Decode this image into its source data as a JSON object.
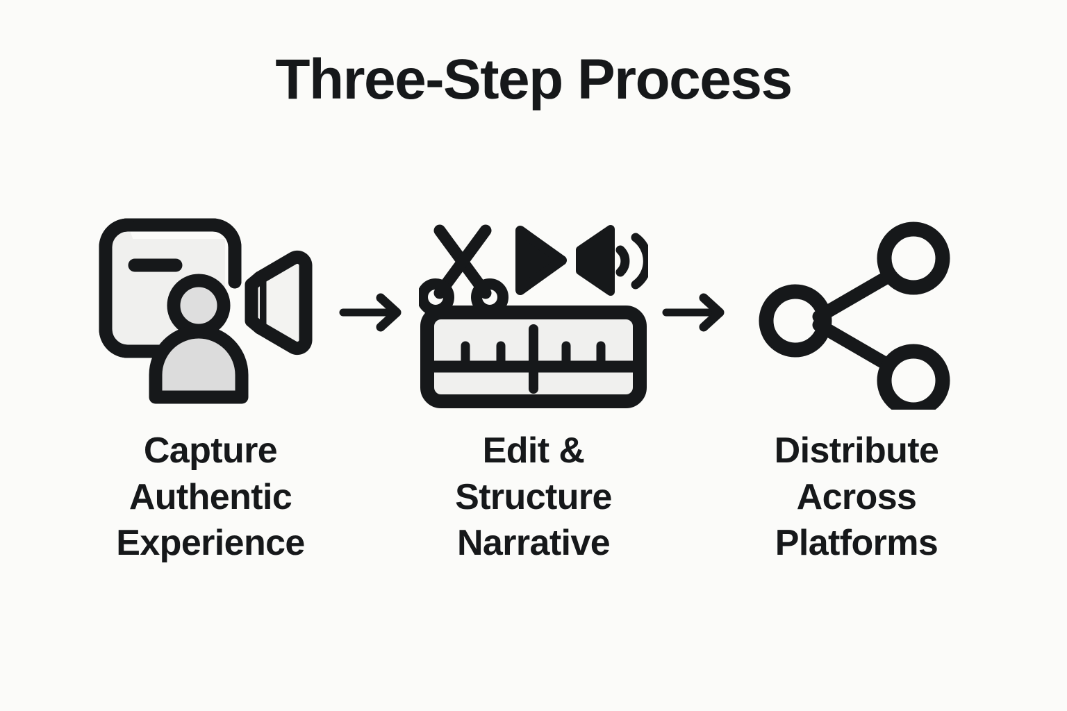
{
  "page": {
    "title": "Three-Step Process",
    "background_color": "#FBFBF9",
    "ink_color": "#16181A",
    "fill_light": "#F0F0EE",
    "fill_mid": "#DCDCDC"
  },
  "steps": [
    {
      "index": "1",
      "icon": "camera-person-icon",
      "icon_parts": [
        "video-camera-body",
        "camera-lens-wedge",
        "camera-status-dash",
        "person-head",
        "person-shoulders"
      ],
      "label_lines": [
        "Capture",
        "Authentic",
        "Experience"
      ],
      "label_line_1": "Capture",
      "label_line_2": "Authentic",
      "label_line_3": "Experience"
    },
    {
      "index": "2",
      "icon": "edit-timeline-icon",
      "icon_parts": [
        "scissors-icon",
        "play-icon",
        "speaker-icon",
        "timeline-track",
        "timeline-ticks",
        "timeline-playhead"
      ],
      "label_lines": [
        "Edit &",
        "Structure",
        "Narrative"
      ],
      "label_line_1": "Edit &",
      "label_line_2": "Structure",
      "label_line_3": "Narrative"
    },
    {
      "index": "3",
      "icon": "share-network-icon",
      "icon_parts": [
        "node-left",
        "node-top-right",
        "node-bottom-right",
        "link-upper",
        "link-lower"
      ],
      "label_lines": [
        "Distribute",
        "Across",
        "Platforms"
      ],
      "label_line_1": "Distribute",
      "label_line_2": "Across",
      "label_line_3": "Platforms"
    }
  ],
  "connectors": [
    {
      "name": "arrow-right-1",
      "glyph": "arrow-right"
    },
    {
      "name": "arrow-right-2",
      "glyph": "arrow-right"
    }
  ]
}
